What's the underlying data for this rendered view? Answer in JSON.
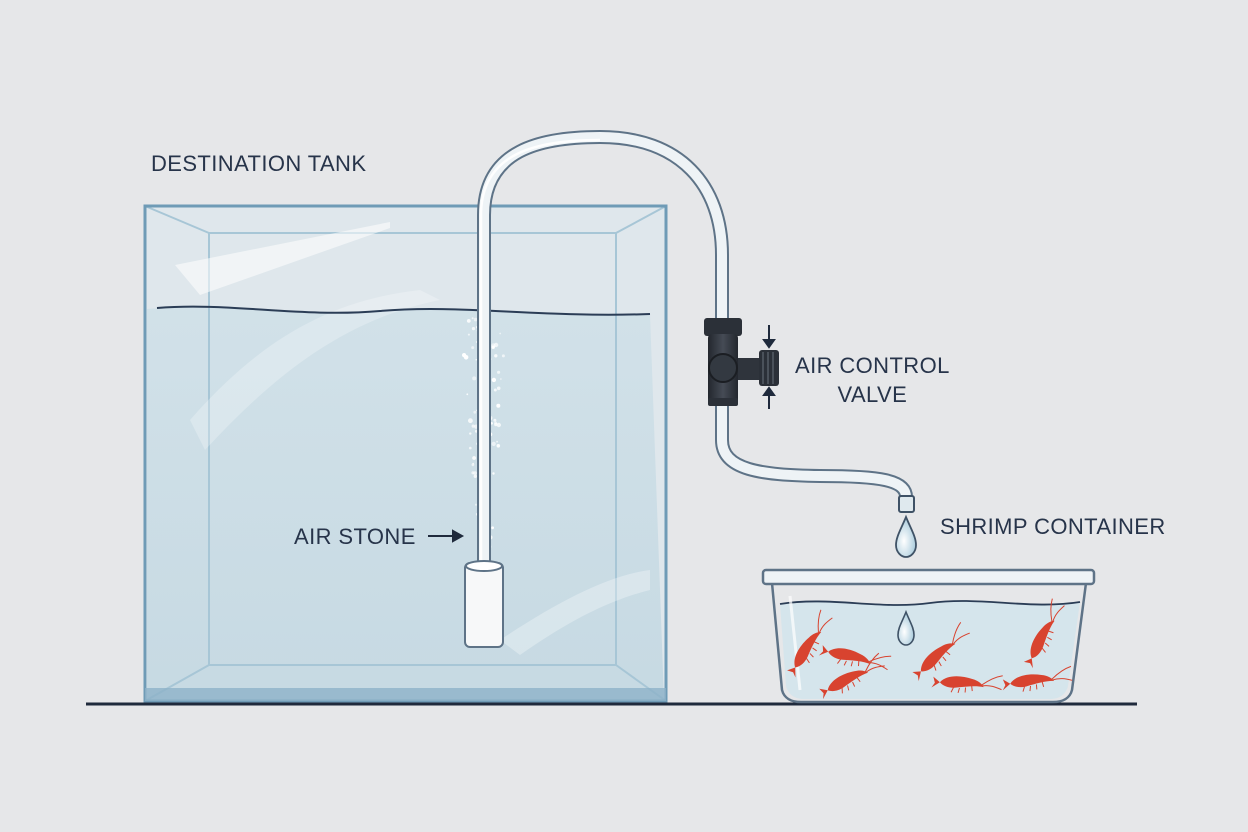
{
  "labels": {
    "destination_tank": "DESTINATION TANK",
    "air_stone": "AIR STONE",
    "air_control_valve_line1": "AIR CONTROL",
    "air_control_valve_line2": "VALVE",
    "shrimp_container": "SHRIMP CONTAINER"
  },
  "colors": {
    "background": "#e6e7e9",
    "ink": "#27344a",
    "tank_frame": "#7ba3bd",
    "water": "#c9dde6",
    "tubing": "#eef3f6",
    "valve": "#2b3038",
    "shrimp": "#d8432f"
  }
}
